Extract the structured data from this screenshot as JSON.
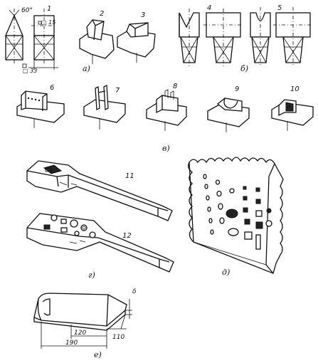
{
  "figure": {
    "panel_labels": {
      "a": "а)",
      "b": "б)",
      "v": "в)",
      "g": "г)",
      "d": "д)",
      "e": "е)"
    },
    "item_numbers": [
      "1",
      "2",
      "3",
      "4",
      "5",
      "6",
      "7",
      "8",
      "9",
      "10",
      "11",
      "12"
    ],
    "dimensions": {
      "angle": "60°",
      "square_top": "□ 15",
      "square_bottom": "□ 33",
      "len_120": "120",
      "len_190": "190",
      "len_110": "110",
      "thickness": "δ"
    }
  }
}
